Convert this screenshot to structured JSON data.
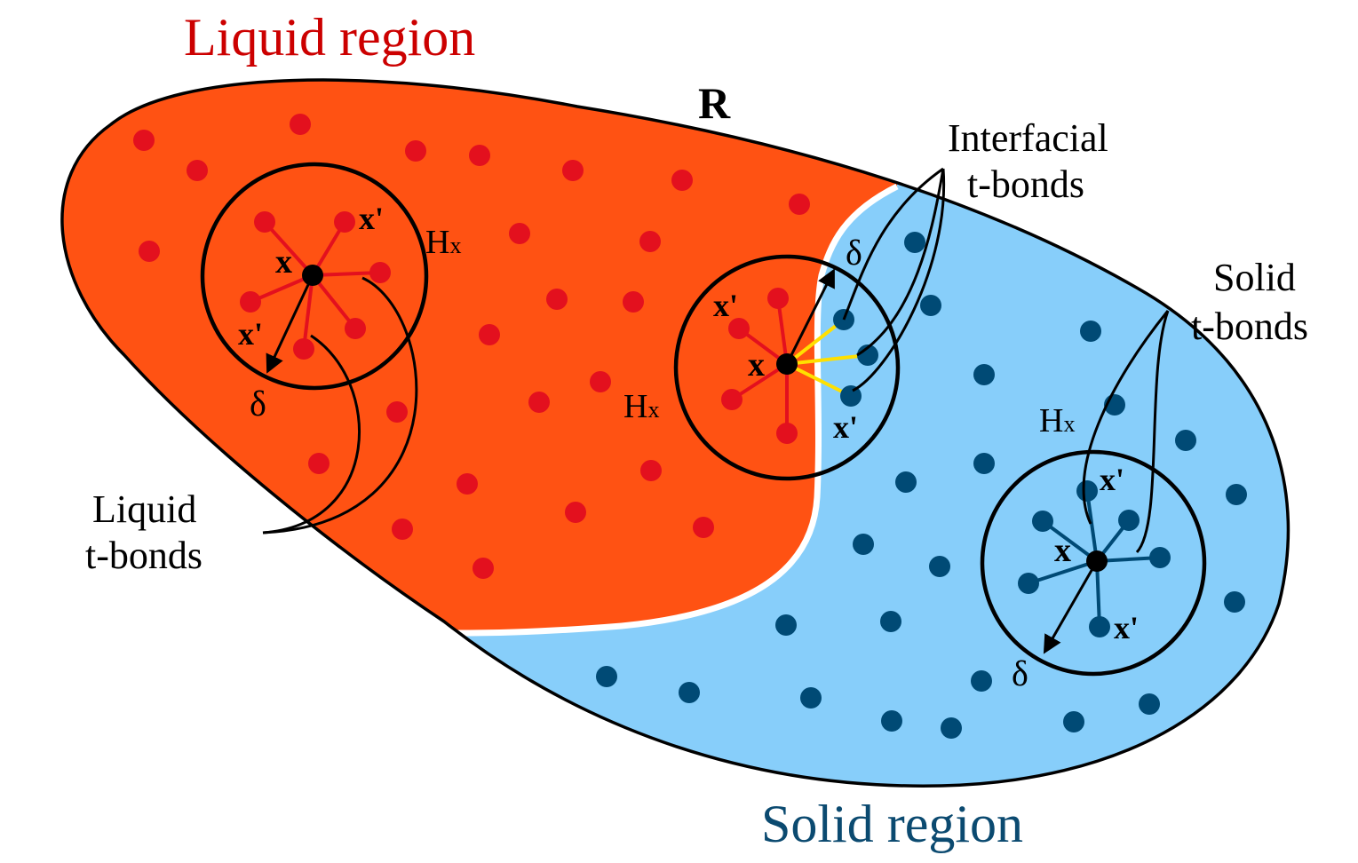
{
  "colors": {
    "liquid_fill": "#FF5213",
    "solid_fill": "#87CEFA",
    "liquid_dot": "#E3101E",
    "solid_dot": "#004A75",
    "interfacial_bond": "#FFE000",
    "outline": "#000000",
    "liquid_title": "#CC0000",
    "solid_title": "#0B4A70"
  },
  "titles": {
    "liquid_region": "Liquid region",
    "solid_region": "Solid region",
    "domain": "R"
  },
  "annotations": {
    "interfacial_line1": "Interfacial",
    "interfacial_line2": "t-bonds",
    "solid_line1": "Solid",
    "solid_line2": "t-bonds",
    "liquid_line1": "Liquid",
    "liquid_line2": "t-bonds"
  },
  "horizons": {
    "liquid": {
      "point": "x",
      "neighbor": "x'",
      "neighbor2": "x'",
      "horizon": "Hx",
      "radius": "δ"
    },
    "interface": {
      "point": "x",
      "neighbor": "x'",
      "neighbor2": "x'",
      "horizon": "Hx",
      "radius": "δ"
    },
    "solid": {
      "point": "x",
      "neighbor": "x'",
      "neighbor2": "x'",
      "horizon": "Hx",
      "radius": "δ"
    }
  },
  "horizon_symbol": {
    "base": "H",
    "subscript": "x"
  }
}
